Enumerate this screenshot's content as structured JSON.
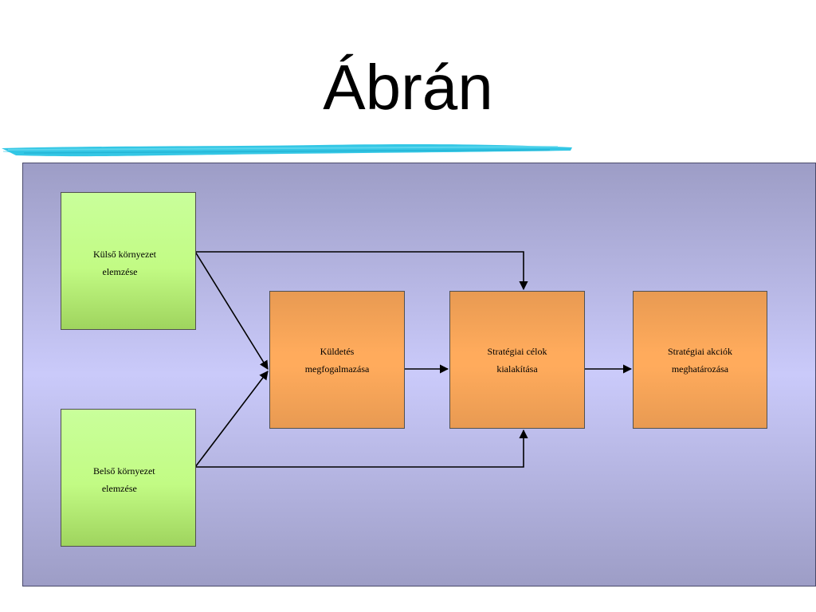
{
  "slide": {
    "title": "Ábrán"
  },
  "diagram": {
    "external_analysis": {
      "line1": "Külső környezet",
      "line2": "elemzése"
    },
    "internal_analysis": {
      "line1": "Belső környezet",
      "line2": "elemzése"
    },
    "mission": {
      "line1": "Küldetés",
      "line2": "megfogalmazása"
    },
    "goals": {
      "line1": "Stratégiai célok",
      "line2": "kialakítása"
    },
    "actions": {
      "line1": "Stratégiai akciók",
      "line2": "meghatározása"
    }
  },
  "colors": {
    "panel_gradient": [
      "#9d9dc6",
      "#cacafa"
    ],
    "input_box": "#c2fb84",
    "step_box": "#ffab5c",
    "title_stroke": "#29c4e4",
    "connector": "#000000"
  }
}
